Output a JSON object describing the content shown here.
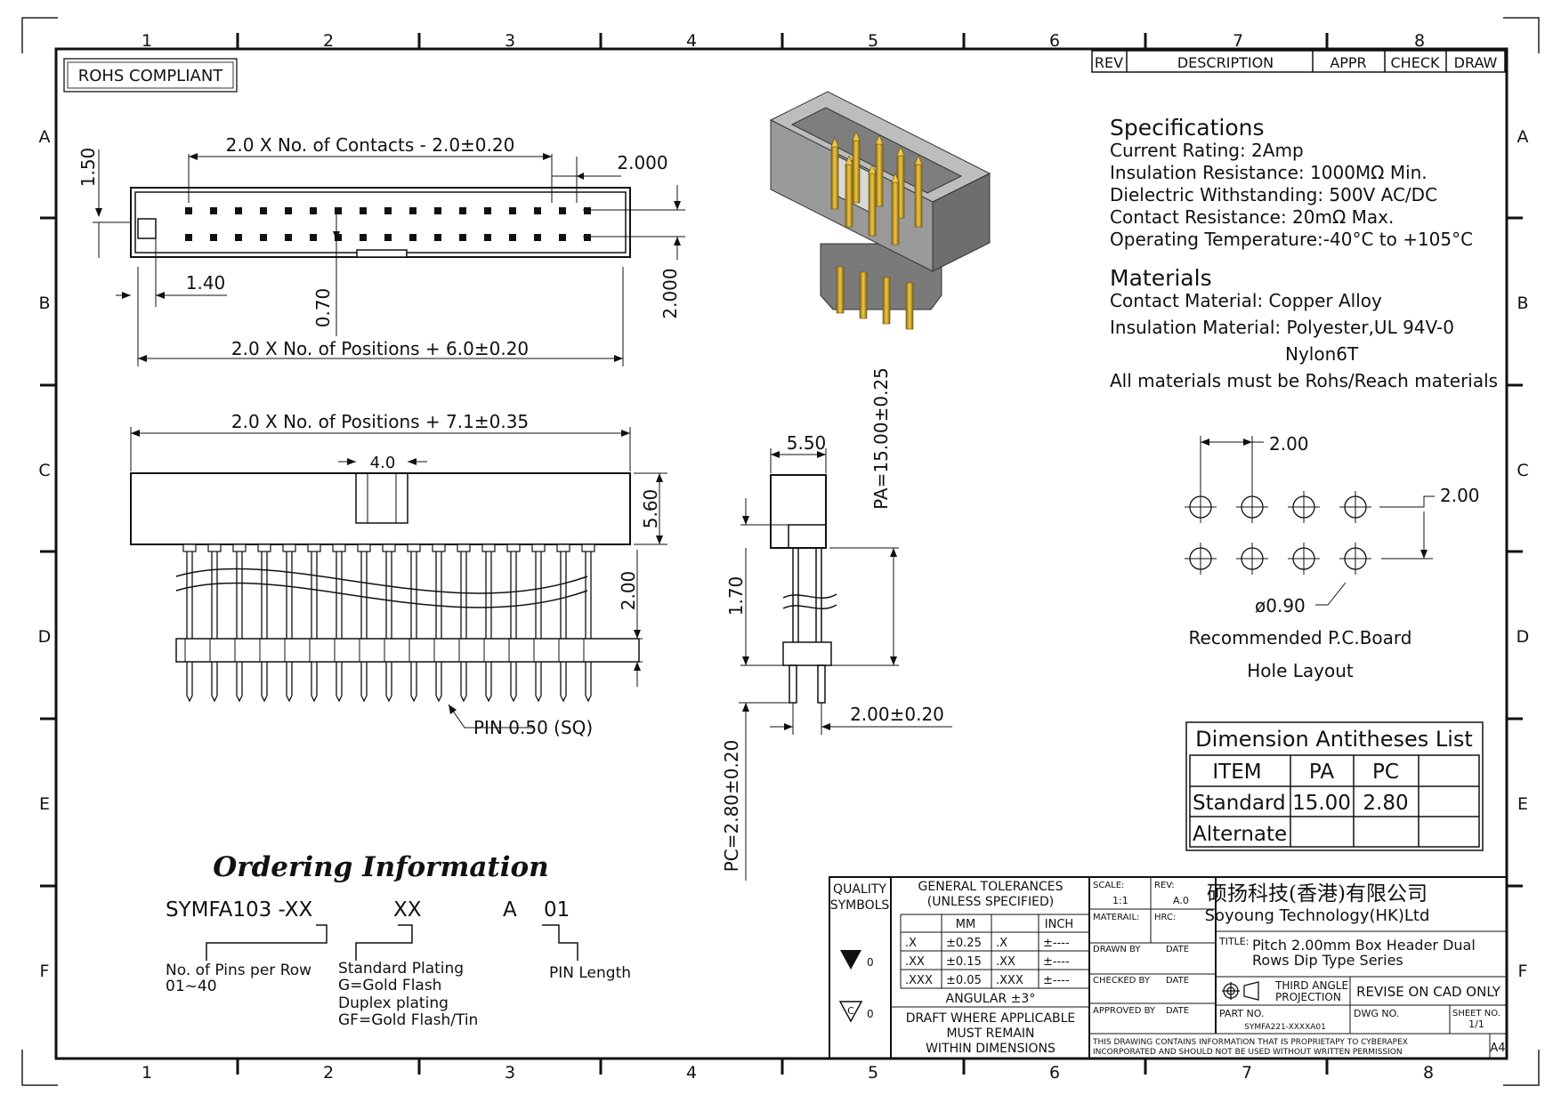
{
  "frame": {
    "columns": [
      "1",
      "2",
      "3",
      "4",
      "5",
      "6",
      "7",
      "8"
    ],
    "rows": [
      "A",
      "B",
      "C",
      "D",
      "E",
      "F"
    ],
    "rohs": "ROHS COMPLIANT"
  },
  "revision_table": {
    "headers": [
      "REV",
      "DESCRIPTION",
      "APPR",
      "CHECK",
      "DRAW"
    ]
  },
  "top_view": {
    "dim_contacts": "2.0 X No. of Contacts - 2.0±0.20",
    "dim_pitch": "2.000",
    "dim_150": "1.50",
    "dim_140": "1.40",
    "dim_070": "0.70",
    "dim_row_pitch": "2.000",
    "dim_positions": "2.0 X No. of Positions + 6.0±0.20"
  },
  "front_view": {
    "dim_overall": "2.0 X No. of Positions + 7.1±0.35",
    "dim_key": "4.0",
    "dim_height": "5.60",
    "dim_pin_gap": "2.00",
    "pin_label": "PIN 0.50 (SQ)"
  },
  "side_view": {
    "dim_width": "5.50",
    "dim_pa": "PA=15.00±0.25",
    "dim_170": "1.70",
    "dim_pitch": "2.00±0.20",
    "dim_pc": "PC=2.80±0.20"
  },
  "specifications": {
    "heading": "Specifications",
    "lines": [
      "Current Rating:  2Amp",
      "Insulation Resistance: 1000MΩ Min.",
      "Dielectric Withstanding:  500V AC/DC",
      "Contact Resistance:  20mΩ Max.",
      "Operating Temperature:-40°C to +105°C"
    ]
  },
  "materials": {
    "heading": "Materials",
    "contact": "Contact Material: Copper Alloy",
    "insulation": "Insulation Material: Polyester,UL 94V-0",
    "insulation_2": "Nylon6T",
    "note": "All materials must be Rohs/Reach materials"
  },
  "pcb_layout": {
    "dim_h": "2.00",
    "dim_v": "2.00",
    "hole": "ø0.90",
    "caption_1": "Recommended P.C.Board",
    "caption_2": "Hole Layout"
  },
  "dimension_list": {
    "title": "Dimension Antitheses List",
    "headers": [
      "ITEM",
      "PA",
      "PC",
      ""
    ],
    "rows": [
      [
        "Standard",
        "15.00",
        "2.80",
        ""
      ],
      [
        "Alternate",
        "",
        "",
        ""
      ]
    ]
  },
  "ordering": {
    "title": "Ordering Information",
    "part": "SYMFA103 -XX",
    "plating_code": "XX",
    "a_code": "A",
    "length_code": "01",
    "pins_label": "No. of Pins per Row",
    "pins_range": "01~40",
    "plating_lines": [
      "Standard Plating",
      "G=Gold Flash",
      "Duplex plating",
      "GF=Gold Flash/Tin"
    ],
    "length_label": "PIN Length"
  },
  "title_block": {
    "quality": "QUALITY",
    "symbols": "SYMBOLS",
    "sym_0a": "0",
    "sym_0b": "0",
    "sym_c": "C",
    "gen_tol": "GENERAL TOLERANCES",
    "unless": "(UNLESS SPECIFIED)",
    "mm": "MM",
    "inch": "INCH",
    "tol_rows": [
      [
        ".X",
        "±0.25",
        ".X",
        "±----"
      ],
      [
        ".XX",
        "±0.15",
        ".XX",
        "±----"
      ],
      [
        ".XXX",
        "±0.05",
        ".XXX",
        "±----"
      ]
    ],
    "angular": "ANGULAR ±3°",
    "draft": "DRAFT WHERE APPLICABLE",
    "must": "MUST REMAIN",
    "within": "WITHIN DIMENSIONS",
    "scale_label": "SCALE:",
    "scale": "1:1",
    "rev_label": "REV:",
    "rev": "A.0",
    "material_label": "MATERAIL:",
    "hrc_label": "HRC:",
    "drawn": "DRAWN BY",
    "checked": "CHECKED BY",
    "approved": "APPROVED BY",
    "date": "DATE",
    "company_cn": "硕扬科技(香港)有限公司",
    "company_en": "Soyoung Technology(HK)Ltd",
    "title_label": "TITLE:",
    "title_1": "Pitch 2.00mm Box Header Dual",
    "title_2": "Rows Dip Type Series",
    "third_1": "THIRD ANGLE",
    "third_2": "PROJECTION",
    "revise": "REVISE ON CAD ONLY",
    "part_no_label": "PART NO.",
    "part_no": "SYMFA221-XXXXA01",
    "dwg_no_label": "DWG NO.",
    "sheet_label": "SHEET NO.",
    "sheet": "1/1",
    "notice_1": "THIS DRAWING CONTAINS INFORMATION THAT IS PROPRIETAPY TO CYBERAPEX",
    "notice_2": "INCORPORATED AND SHOULD NOT BE USED WITHOUT WRITTEN PERMISSION",
    "size": "A4"
  }
}
